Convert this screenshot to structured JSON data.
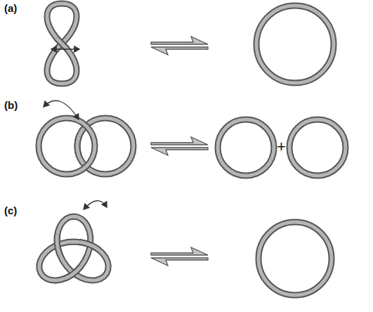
{
  "diagram": {
    "labels": [
      "(a)",
      "(b)",
      "(c)",
      "+"
    ]
  }
}
